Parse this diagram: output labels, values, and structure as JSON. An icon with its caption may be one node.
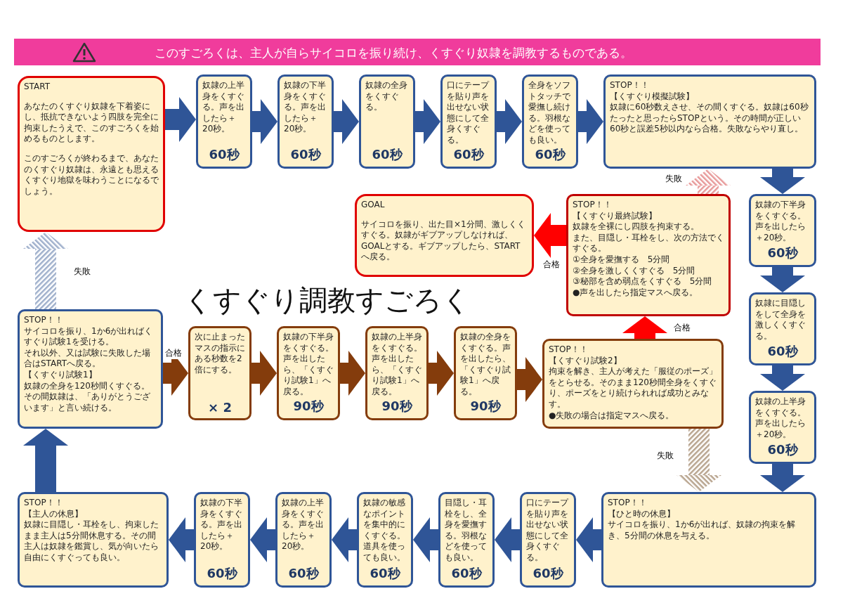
{
  "diagram": {
    "title": "くすぐり調教すごろく",
    "nodes": [
      {
        "text": [
          "START",
          "あなたのくすぐり奴隷を下着姿にし、抵抗できないよう四肢を完全に拘束したうえで、このすごろくを始めるものとします。",
          "このすごろくが終わるまで、あなたのくすぐり奴隷は、永遠とも思えるくすぐり地獄を味わうことになるでしょう。"
        ]
      },
      {
        "text": [
          "奴隷の上半身をくすぐる。声を出したら＋20秒。",
          "60秒"
        ]
      },
      {
        "text": [
          "奴隷の下半身をくすぐる。声を出したら＋20秒。",
          "60秒"
        ]
      },
      {
        "text": [
          "奴隷の全身をくすぐる。",
          "60秒"
        ]
      },
      {
        "text": [
          "口にテープを貼り声を出せない状態にして全身くすぐる。",
          "60秒"
        ]
      },
      {
        "text": [
          "全身をソフトタッチで愛撫し続ける。羽根などを使っても良い。",
          "60秒"
        ]
      },
      {
        "text": [
          "STOP！！",
          "【くすぐり模擬試験】",
          "奴隷に60秒数えさせ、その間くすぐる。奴隷は60秒たったと思ったらSTOPという。その時間が正しい60秒と誤差5秒以内なら合格。失敗ならやり直し。"
        ]
      },
      {
        "text": [
          "奴隷の下半身をくすぐる。声を出したら＋20秒。",
          "60秒"
        ]
      },
      {
        "text": [
          "奴隷に目隠しをして全身を激しくくすぐる。",
          "60秒"
        ]
      },
      {
        "text": [
          "奴隷の上半身をくすぐる。声を出したら＋20秒。",
          "60秒"
        ]
      },
      {
        "text": [
          "STOP！！",
          "【ひと時の休息】",
          "サイコロを振り、1か6が出れば、奴隷の拘束を解き、5分間の休息を与える。"
        ]
      },
      {
        "text": [
          "口にテープを貼り声を出せない状態にして全身くすぐる。",
          "60秒"
        ]
      },
      {
        "text": [
          "目隠し・耳栓をし、全身を愛撫する。羽根などを使っても良い。",
          "60秒"
        ]
      },
      {
        "text": [
          "奴隷の敏感なポイントを集中的にくすぐる。道具を使っても良い。",
          "60秒"
        ]
      },
      {
        "text": [
          "奴隷の上半身をくすぐる。声を出したら＋20秒。",
          "60秒"
        ]
      },
      {
        "text": [
          "奴隷の下半身をくすぐる。声を出したら＋20秒。",
          "60秒"
        ]
      },
      {
        "text": [
          "STOP！！",
          "【主人の休息】",
          "奴隷に目隠し・耳栓をし、拘束したまま主人は5分間休息する。その間主人は奴隷を鑑賞し、気が向いたら自由にくすぐっても良い。"
        ]
      },
      {
        "text": [
          "STOP！！",
          "サイコロを振り、1か6が出ればくすぐり試験1を受ける。",
          "それ以外、又は試験に失敗した場合はSTARTへ戻る。",
          "【くすぐり試験1】",
          "奴隷の全身を120秒間くすぐる。その間奴隷は、「ありがとうございます」と言い続ける。"
        ]
      },
      {
        "text": [
          "次に止まったマスの指示にある秒数を2倍にする。",
          "× 2"
        ]
      },
      {
        "text": [
          "奴隷の下半身をくすぐる。声を出したら、「くすぐり試験1」へ戻る。",
          "90秒"
        ]
      },
      {
        "text": [
          "奴隷の上半身をくすぐる。声を出したら、「くすぐり試験1」へ戻る。",
          "90秒"
        ]
      },
      {
        "text": [
          "奴隷の全身をくすぐる。声を出したら、「くすぐり試験1」へ戻る。",
          "90秒"
        ]
      },
      {
        "text": [
          "STOP！！",
          "【くすぐり試験2】",
          "拘束を解き、主人が考えた「服従のポーズ」をとらせる。そのまま120秒間全身をくすぐり、ポーズをとり続けられれば成功とみなす。",
          "●失敗の場合は指定マスへ戻る。"
        ]
      },
      {
        "text": [
          "STOP！！",
          "【くすぐり最終試験】",
          "奴隷を全裸にし四肢を拘束する。",
          "また、目隠し・耳栓をし、次の方法でくすぐる。",
          "①全身を愛撫する　5分間",
          "②全身を激しくくすぐる　5分間",
          "③秘部を含め弱点をくすぐる　5分間",
          "●声を出したら指定マスへ戻る。"
        ]
      },
      {
        "text": [
          "GOAL",
          "サイコロを振り、出た目×1分間、激しくくすぐる。奴隷がギブアップしなければ、GOALとする。ギブアップしたら、STARTへ戻る。"
        ]
      }
    ],
    "edges": [
      {
        "from": 0,
        "to": 1,
        "arrow": "to"
      },
      {
        "from": 1,
        "to": 2,
        "arrow": "to"
      },
      {
        "from": 2,
        "to": 3,
        "arrow": "to"
      },
      {
        "from": 3,
        "to": 4,
        "arrow": "to"
      },
      {
        "from": 4,
        "to": 5,
        "arrow": "to"
      },
      {
        "from": 5,
        "to": 6,
        "arrow": "to"
      },
      {
        "from": 6,
        "to": 7,
        "arrow": "to"
      },
      {
        "from": 7,
        "to": 8,
        "arrow": "to"
      },
      {
        "from": 8,
        "to": 9,
        "arrow": "to"
      },
      {
        "from": 9,
        "to": 10,
        "arrow": "to"
      },
      {
        "from": 10,
        "to": 11,
        "arrow": "to"
      },
      {
        "from": 11,
        "to": 12,
        "arrow": "to"
      },
      {
        "from": 12,
        "to": 13,
        "arrow": "to"
      },
      {
        "from": 13,
        "to": 14,
        "arrow": "to"
      },
      {
        "from": 14,
        "to": 15,
        "arrow": "to"
      },
      {
        "from": 15,
        "to": 16,
        "arrow": "to"
      },
      {
        "from": 16,
        "to": 17,
        "arrow": "to"
      },
      {
        "from": 17,
        "to": 18,
        "arrow": "to",
        "label": "合格",
        "color": "#843c0c"
      },
      {
        "from": 18,
        "to": 19,
        "arrow": "to",
        "color": "#843c0c"
      },
      {
        "from": 19,
        "to": 20,
        "arrow": "to",
        "color": "#843c0c"
      },
      {
        "from": 20,
        "to": 21,
        "arrow": "to",
        "color": "#843c0c"
      },
      {
        "from": 21,
        "to": 22,
        "arrow": "to",
        "color": "#843c0c"
      },
      {
        "from": 22,
        "to": 23,
        "arrow": "to",
        "label": "合格",
        "color": "#ff0000"
      },
      {
        "from": 23,
        "to": 24,
        "arrow": "to",
        "label": "合格",
        "color": "#ff0000"
      },
      {
        "from": 23,
        "to": 6,
        "arrow": "to",
        "label": "失敗",
        "style": "dashed",
        "color": "#e89a9a"
      },
      {
        "from": 22,
        "to": 10,
        "arrow": "to",
        "label": "失敗",
        "style": "dashed",
        "color": "#b8a48e"
      },
      {
        "from": 17,
        "to": 0,
        "arrow": "to",
        "label": "失敗",
        "style": "dashed",
        "color": "#9fb0cc"
      }
    ],
    "labels": [
      "このすごろくは、主人が自らサイコロを振り続け、くすぐり奴隷を調教するものである。"
    ]
  }
}
